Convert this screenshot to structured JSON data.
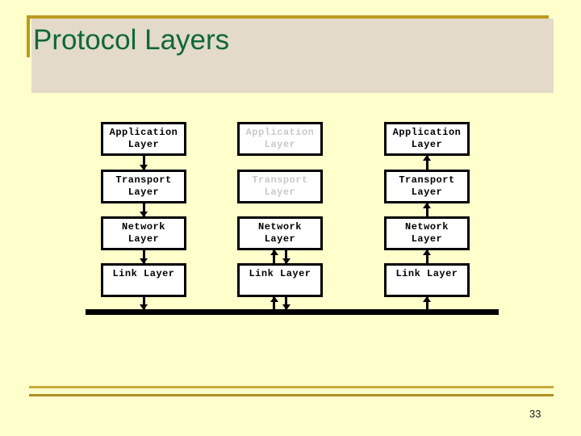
{
  "slide": {
    "title": "Protocol Layers",
    "page_number": "33"
  },
  "colors": {
    "background": "#FFFFCC",
    "title_panel": "#E3DACA",
    "accent_gold": "#BD9A1F",
    "footer_rule_top": "#C8AB3D",
    "footer_rule_bottom": "#AE8F25",
    "title_text": "#0F673A",
    "box_background": "#FFFFFF",
    "box_border": "#000000",
    "active_text": "#000000",
    "dimmed_text": "#C9C9C9",
    "bus_line": "#000000"
  },
  "diagram": {
    "stacks": [
      {
        "id": "left-stack",
        "layers": [
          {
            "label": "Application\nLayer",
            "dimmed": false
          },
          {
            "label": "Transport\nLayer",
            "dimmed": false
          },
          {
            "label": "Network\nLayer",
            "dimmed": false
          },
          {
            "label": "Link Layer",
            "dimmed": false
          }
        ],
        "arrows": [
          "down",
          "down",
          "down",
          "down"
        ]
      },
      {
        "id": "middle-stack",
        "layers": [
          {
            "label": "Application\nLayer",
            "dimmed": true
          },
          {
            "label": "Transport\nLayer",
            "dimmed": true
          },
          {
            "label": "Network\nLayer",
            "dimmed": false
          },
          {
            "label": "Link Layer",
            "dimmed": false
          }
        ],
        "arrows": [
          "none",
          "none",
          "updown",
          "updown"
        ]
      },
      {
        "id": "right-stack",
        "layers": [
          {
            "label": "Application\nLayer",
            "dimmed": false
          },
          {
            "label": "Transport\nLayer",
            "dimmed": false
          },
          {
            "label": "Network\nLayer",
            "dimmed": false
          },
          {
            "label": "Link Layer",
            "dimmed": false
          }
        ],
        "arrows": [
          "up",
          "up",
          "up",
          "up"
        ]
      }
    ]
  }
}
